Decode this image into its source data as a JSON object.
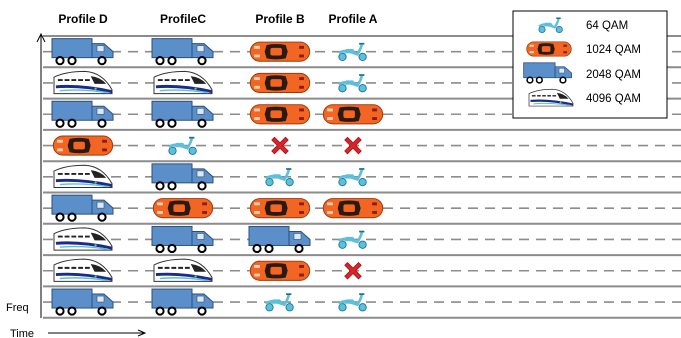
{
  "headers": {
    "profile_d": "Profile D",
    "profile_c": "ProfileC",
    "profile_b": "Profile B",
    "profile_a": "Profile A"
  },
  "axis": {
    "y_label": "Freq",
    "x_label": "Time"
  },
  "legend": [
    {
      "icon": "scooter",
      "label": "64 QAM"
    },
    {
      "icon": "car",
      "label": "1024 QAM"
    },
    {
      "icon": "truck",
      "label": "2048 QAM"
    },
    {
      "icon": "train",
      "label": "4096 QAM"
    }
  ],
  "grid": {
    "columns": [
      "Profile D",
      "ProfileC",
      "Profile B",
      "Profile A"
    ],
    "rows": [
      [
        "truck",
        "truck",
        "car",
        "scooter"
      ],
      [
        "train",
        "train",
        "car",
        "scooter"
      ],
      [
        "truck",
        "truck",
        "car",
        "car"
      ],
      [
        "car",
        "scooter",
        "cross",
        "cross"
      ],
      [
        "train",
        "truck",
        "scooter",
        "scooter"
      ],
      [
        "truck",
        "car",
        "car",
        "car"
      ],
      [
        "train",
        "truck",
        "truck",
        "scooter"
      ],
      [
        "train",
        "train",
        "car",
        "cross"
      ],
      [
        "truck",
        "truck",
        "scooter",
        "scooter"
      ]
    ]
  },
  "colors": {
    "truck": "#5b8fc9",
    "car": "#f26522",
    "scooter": "#5bc0de",
    "train": "#1c2a8c",
    "cross": "#d8252b",
    "lane": "#8c8c8c"
  }
}
